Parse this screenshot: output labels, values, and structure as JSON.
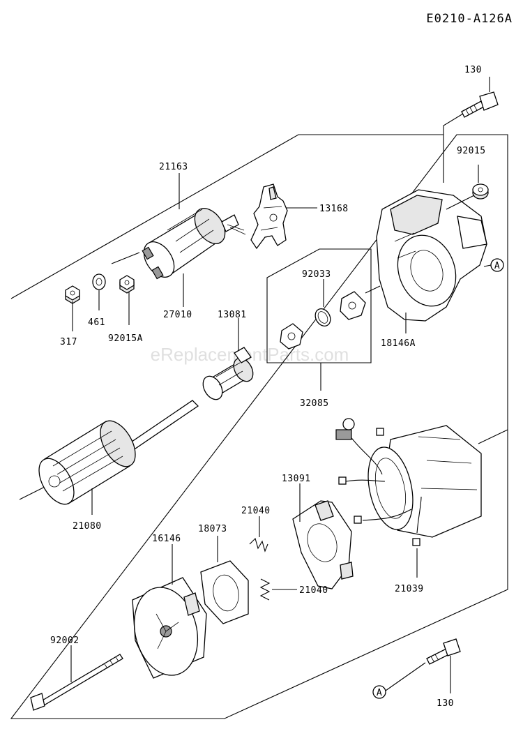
{
  "diagram_code": "E0210-A126A",
  "watermark": "eReplacementParts.com",
  "ref_marker": "A",
  "labels": {
    "p130_top": "130",
    "p92015": "92015",
    "p21163": "21163",
    "p13168": "13168",
    "p92033": "92033",
    "p317": "317",
    "p461": "461",
    "p92015A": "92015A",
    "p27010": "27010",
    "p13081": "13081",
    "p18146A": "18146A",
    "p32085": "32085",
    "p13091": "13091",
    "p21080": "21080",
    "p21040_a": "21040",
    "p18073": "18073",
    "p16146": "16146",
    "p21040_b": "21040",
    "p21039": "21039",
    "p92002": "92002",
    "p130_bottom": "130"
  }
}
